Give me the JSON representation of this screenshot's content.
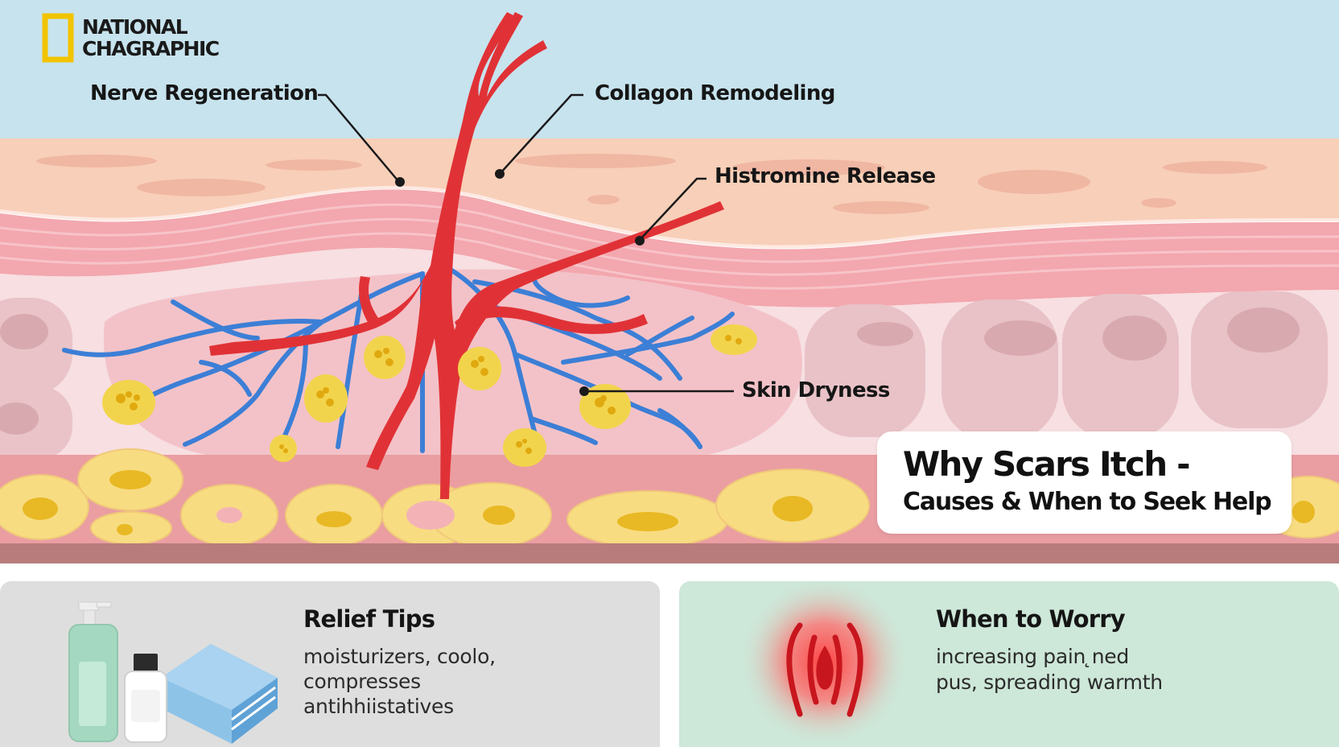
{
  "logo": {
    "line1": "NATIONAL",
    "line2": "CHAGRAPHIC",
    "frame_color": "#f2c400"
  },
  "callouts": [
    {
      "id": "nerve",
      "label": "Nerve Regeneration"
    },
    {
      "id": "collagon",
      "label": "Collagon Remodeling"
    },
    {
      "id": "histromine",
      "label": "Histromine Release"
    },
    {
      "id": "dryness",
      "label": "Skin Dryness"
    }
  ],
  "title_card": {
    "title": "Why Scars Itch -",
    "subtitle": "Causes & When to Seek Help"
  },
  "relief": {
    "heading": "Relief Tips",
    "lines": [
      "moisturizers, coolo,",
      "compresses",
      "antihhiistatives"
    ]
  },
  "worry": {
    "heading": "When to Worry",
    "lines": [
      "increasing pain ̨ned",
      "pus, spreading warmth"
    ]
  },
  "colors": {
    "sky": "#c7e3ee",
    "epidermis": "#f8cfb8",
    "dermis_band": "#f3a7ae",
    "tissue": "#f6dade",
    "artery": "#e03236",
    "vein": "#3c7fd6",
    "fat": "#f8dc82",
    "alert": "#e8262c"
  }
}
